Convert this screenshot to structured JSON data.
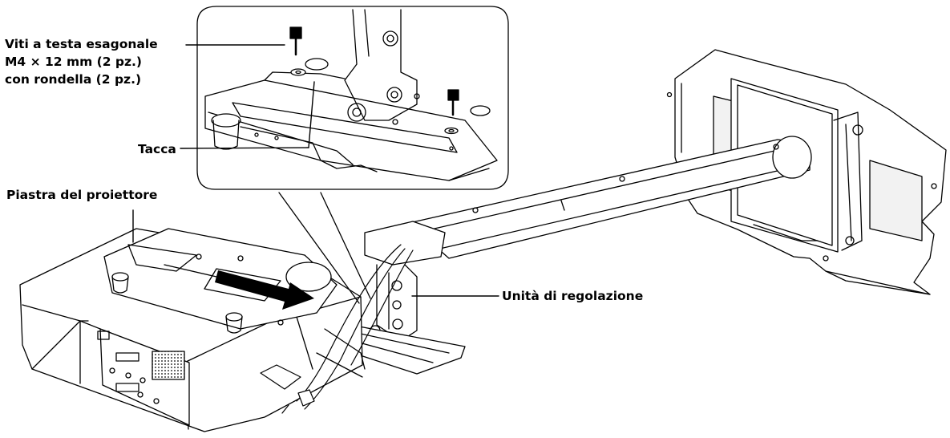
{
  "labels": {
    "screws": {
      "line1": "Viti a testa esagonale",
      "line2": "M4 × 12 mm (2 pz.)",
      "line3": "con rondella (2 pz.)"
    },
    "notch": "Tacca",
    "plate": "Piastra del proiettore",
    "unit": "Unità di regolazione"
  }
}
